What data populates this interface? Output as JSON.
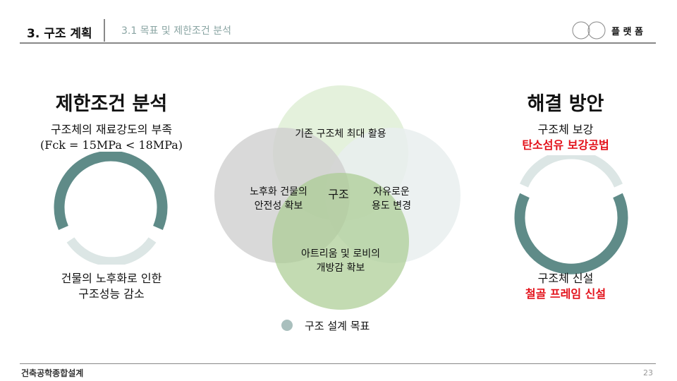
{
  "header": {
    "section": "3. 구조 계획",
    "subtitle": "3.1 목표 및 제한조건 분석",
    "brand": "플 랫 폼"
  },
  "left": {
    "title": "제한조건 분석",
    "line1": "구조체의 재료강도의 부족",
    "line2": "(Fck = 15MPa < 18MPa)",
    "bottom1": "건물의 노후화로 인한",
    "bottom2": "구조성능 감소"
  },
  "right": {
    "title": "해결 방안",
    "top1": "구조체 보강",
    "top2": "탄소섬유 보강공법",
    "bottom1": "구조체 신설",
    "bottom2": "철골 프레임 신설"
  },
  "venn": {
    "top": "기존 구조체 최대 활용",
    "left1": "노후화 건물의",
    "left2": "안전성 확보",
    "center": "구조",
    "right1": "자유로운",
    "right2": "용도 변경",
    "bottom1": "아트리움 및 로비의",
    "bottom2": "개방감 확보",
    "legend": "구조 설계 목표"
  },
  "footer": {
    "course": "건축공학종합설계",
    "page": "23"
  },
  "colors": {
    "dark_ring": "#5f8b88",
    "light_ring": "#dce6e5",
    "red": "#e3121b",
    "legend_dot": "#a9bfbd"
  }
}
